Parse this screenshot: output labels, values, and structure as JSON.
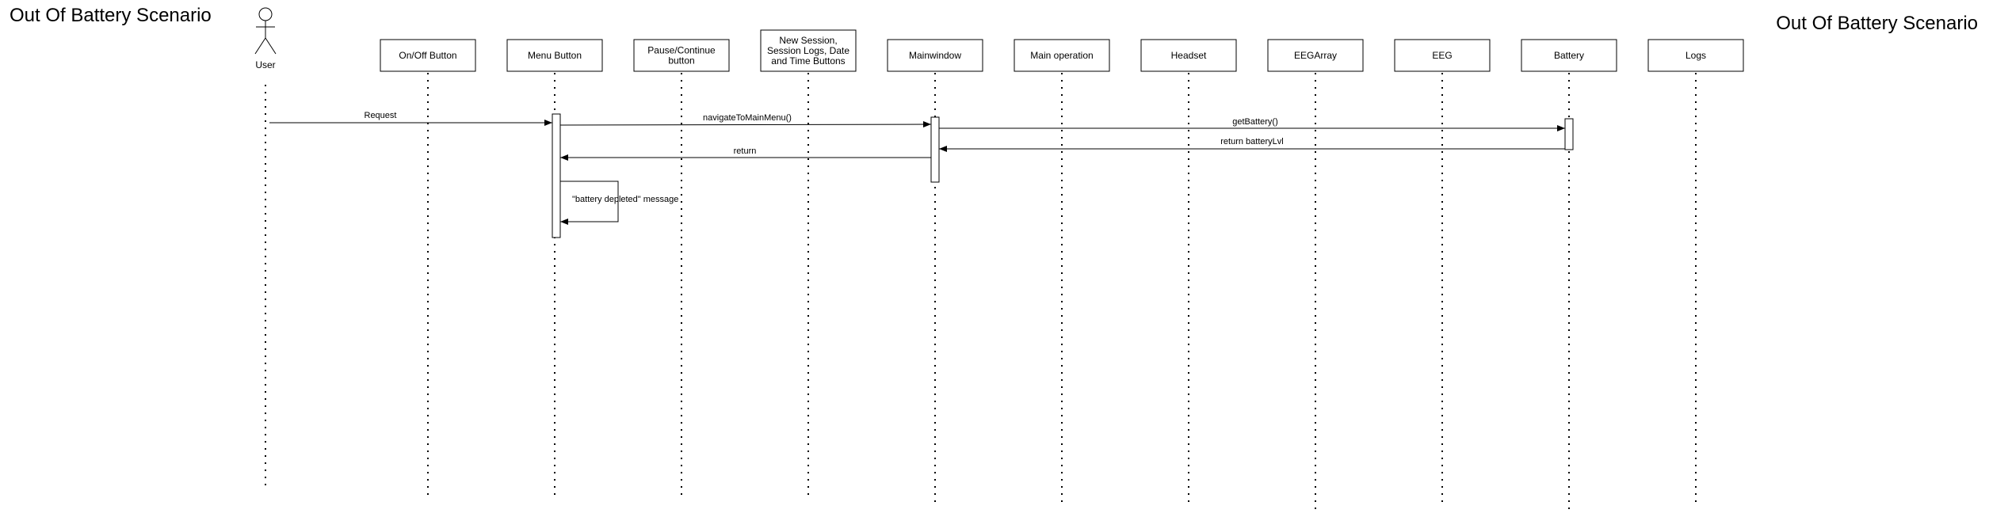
{
  "diagram": {
    "title_left": "Out Of Battery Scenario",
    "title_right": "Out Of Battery Scenario",
    "actor": {
      "label": "User"
    },
    "participants": [
      {
        "id": "onoff",
        "lines": [
          "On/Off Button"
        ]
      },
      {
        "id": "menu",
        "lines": [
          "Menu Button"
        ]
      },
      {
        "id": "pause",
        "lines": [
          "Pause/Continue",
          "button"
        ]
      },
      {
        "id": "newsession",
        "lines": [
          "New Session,",
          "Session Logs, Date",
          "and Time Buttons"
        ]
      },
      {
        "id": "mainwindow",
        "lines": [
          "Mainwindow"
        ]
      },
      {
        "id": "mainop",
        "lines": [
          "Main operation"
        ]
      },
      {
        "id": "headset",
        "lines": [
          "Headset"
        ]
      },
      {
        "id": "eegarray",
        "lines": [
          "EEGArray"
        ]
      },
      {
        "id": "eeg",
        "lines": [
          "EEG"
        ]
      },
      {
        "id": "battery",
        "lines": [
          "Battery"
        ]
      },
      {
        "id": "logs",
        "lines": [
          "Logs"
        ]
      }
    ],
    "messages": [
      {
        "id": "request",
        "label": "Request",
        "from": "user",
        "to": "menu",
        "kind": "sync"
      },
      {
        "id": "navigate",
        "label": "navigateToMainMenu()",
        "from": "menu",
        "to": "mainwindow",
        "kind": "sync"
      },
      {
        "id": "getbattery",
        "label": "getBattery()",
        "from": "mainwindow",
        "to": "battery",
        "kind": "sync"
      },
      {
        "id": "returnlvl",
        "label": "return batteryLvl",
        "from": "battery",
        "to": "mainwindow",
        "kind": "reply"
      },
      {
        "id": "return",
        "label": "return",
        "from": "mainwindow",
        "to": "menu",
        "kind": "reply"
      },
      {
        "id": "depleted",
        "label": "\"battery depleted\" message",
        "from": "menu",
        "to": "menu",
        "kind": "self"
      }
    ]
  }
}
